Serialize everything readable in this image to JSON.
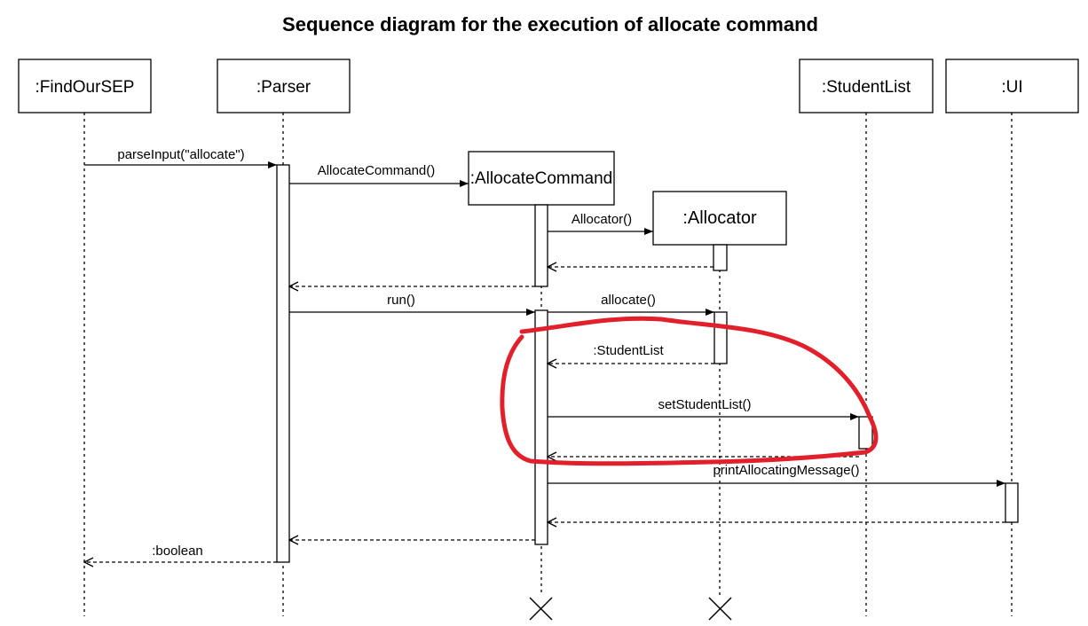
{
  "title": "Sequence diagram for the execution of allocate command",
  "participants": {
    "findoursep": ":FindOurSEP",
    "parser": ":Parser",
    "studentlist": ":StudentList",
    "ui": ":UI",
    "allocatecommand": ":AllocateCommand",
    "allocator": ":Allocator"
  },
  "messages": {
    "parse_input": "parseInput(\"allocate\")",
    "allocate_command_ctor": "AllocateCommand()",
    "allocator_ctor": "Allocator()",
    "run": "run()",
    "allocate": "allocate()",
    "return_studentlist": ":StudentList",
    "set_student_list": "setStudentList()",
    "print_allocating_message": "printAllocatingMessage()",
    "return_boolean": ":boolean"
  },
  "colors": {
    "annotation": "#e2202b",
    "line": "#000000"
  }
}
